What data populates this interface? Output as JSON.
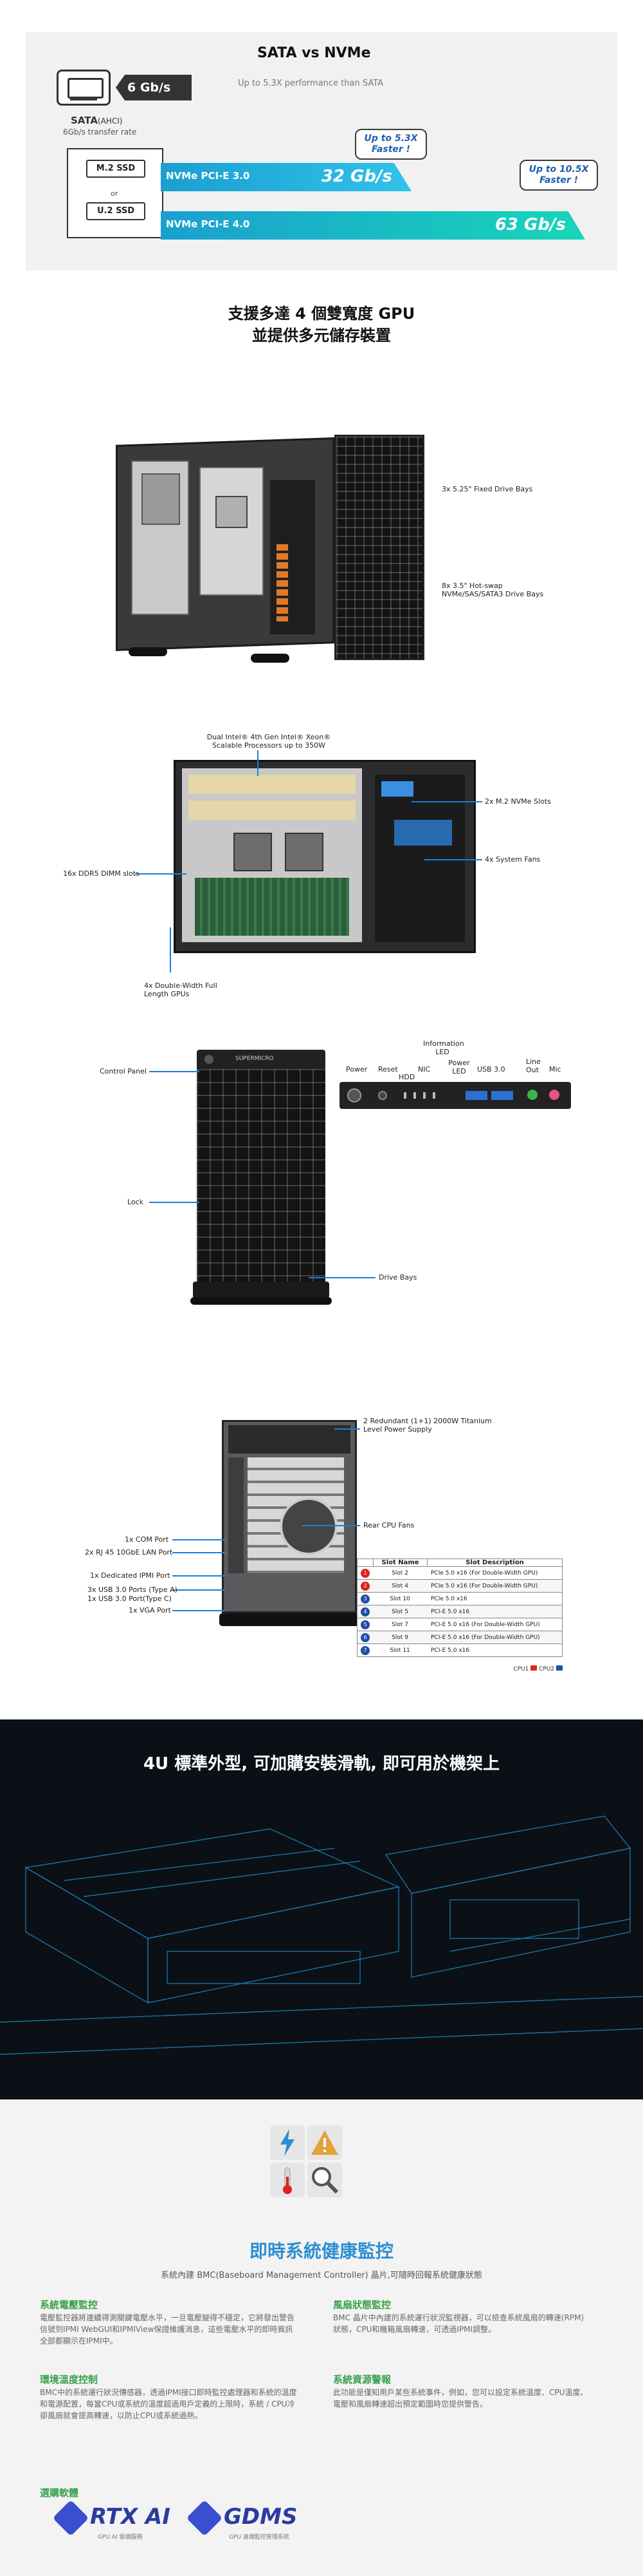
{
  "speed": {
    "title": "SATA vs NVMe",
    "subtitle": "Up to 5.3X performance than SATA",
    "sata_speed": "6 Gb/s",
    "sata_label": "SATA",
    "sata_label_suffix": "(AHCI)",
    "sata_rate": "6Gb/s transfer rate",
    "m2_label": "M.2 SSD",
    "or_label": "or",
    "u2_label": "U.2 SSD",
    "pcie3_label": "NVMe PCI-E 3.0",
    "pcie3_value": "32 Gb/s",
    "pcie4_label": "NVMe PCI-E 4.0",
    "pcie4_value": "63 Gb/s",
    "bubble1": "Up to 5.3X Faster !",
    "bubble2": "Up to 10.5X Faster !"
  },
  "gpu_section": {
    "title_line1": "支援多達 4 個雙寬度 GPU",
    "title_line2": "並提供多元儲存裝置",
    "callout_fixed_bays": "3x 5.25\" Fixed Drive Bays",
    "callout_hotswap": "8x 3.5\" Hot-swap NVMe/SAS/SATA3 Drive Bays"
  },
  "internal": {
    "callout_cpu": "Dual Intel® 4th Gen Intel® Xeon® Scalable Processors up to 350W",
    "callout_m2": "2x M.2 NVMe Slots",
    "callout_fans": "4x System Fans",
    "callout_dimm": "16x DDR5 DIMM slots",
    "callout_gpu": "4x Double-Width Full Length GPUs"
  },
  "front": {
    "control_panel": "Control Panel",
    "lock": "Lock",
    "drive_bays": "Drive Bays",
    "brand": "SUPERMICRO",
    "panel_labels": {
      "power": "Power",
      "reset": "Reset",
      "hdd": "HDD",
      "nic": "NIC",
      "info_led": "Information LED",
      "power_led": "Power LED",
      "usb": "USB 3.0",
      "line_out": "Line Out",
      "mic": "Mic",
      "led": "LED"
    }
  },
  "rear": {
    "psu": "2 Redundant (1+1) 2000W Titanium Level Power Supply",
    "fans": "Rear CPU Fans",
    "com": "1x COM Port",
    "lan": "2x RJ 45 10GbE LAN Port",
    "ipmi": "1x Dedicated IPMI Port",
    "usb_a": "3x USB 3.0 Ports (Type A)",
    "usb_c": "1x USB 3.0 Port(Type C)",
    "vga": "1x VGA Port",
    "table_headers": [
      "Slot Name",
      "Slot Description"
    ],
    "slots": [
      {
        "num": "1",
        "name": "Slot 2",
        "desc": "PCIe 5.0 x16 (For Double-Width GPU)",
        "color": "#d9261c"
      },
      {
        "num": "2",
        "name": "Slot 4",
        "desc": "PCIe 5.0 x16 (For Double-Width GPU)",
        "color": "#d9261c"
      },
      {
        "num": "3",
        "name": "Slot 10",
        "desc": "PCIe 5.0 x16",
        "color": "#1f4fa8"
      },
      {
        "num": "4",
        "name": "Slot 5",
        "desc": "PCI-E 5.0 x16",
        "color": "#1f4fa8"
      },
      {
        "num": "5",
        "name": "Slot 7",
        "desc": "PCI-E 5.0 x16 (For Double-Width GPU)",
        "color": "#1f4fa8"
      },
      {
        "num": "6",
        "name": "Slot 9",
        "desc": "PCI-E 5.0 x16 (For Double-Width GPU)",
        "color": "#1f4fa8"
      },
      {
        "num": "7",
        "name": "Slot 11",
        "desc": "PCI-E 5.0 x16",
        "color": "#1f4fa8"
      }
    ],
    "legend_cpu1": "CPU1",
    "legend_cpu2": "CPU2"
  },
  "rack": {
    "title": "4U 標準外型, 可加購安裝滑軌, 即可用於機架上"
  },
  "health": {
    "title": "即時系統健康監控",
    "subtitle": "系統內建 BMC(Baseboard Management Controller) 晶片,可隨時回報系統健康狀態",
    "features": [
      {
        "title": "系統電壓監控",
        "text": "電壓監控器將連續得測關鍵電壓水平，一旦電壓變得不穩定，它將發出警告信號到IPMI WebGUI和IPMIView保證維護消息，這些電壓水平的即時資訊全部都顯示在IPMI中。"
      },
      {
        "title": "風扇狀態監控",
        "text": "BMC 晶片中內建的系統運行狀況監視器，可以檢查系統風扇的轉速(RPM)狀態，CPU和機箱風扇轉速，可透過IPMI調整。"
      },
      {
        "title": "環境溫度控制",
        "text": "BMC中的系統運行狀況傳感器，透過IPMI接口即時監控處理器和系統的溫度和電源配置，每當CPU或系統的溫度超過用戶定義的上限時，系統 / CPU冷卻風扇就會提高轉速，以防止CPU或系統過熱。"
      },
      {
        "title": "系統資源警報",
        "text": "此功能是僅知用戶某些系統事件，例如，您可以設定系統溫度、CPU溫度、電壓和風扇轉速超出預定範圍時您提供警告。"
      }
    ],
    "recommended": "選購軟體",
    "brand1": "RTX AI",
    "brand1_sub": "GPU AI 雲端服務",
    "brand2": "GDMS",
    "brand2_sub": "GPU 遠端監控管理系統"
  }
}
